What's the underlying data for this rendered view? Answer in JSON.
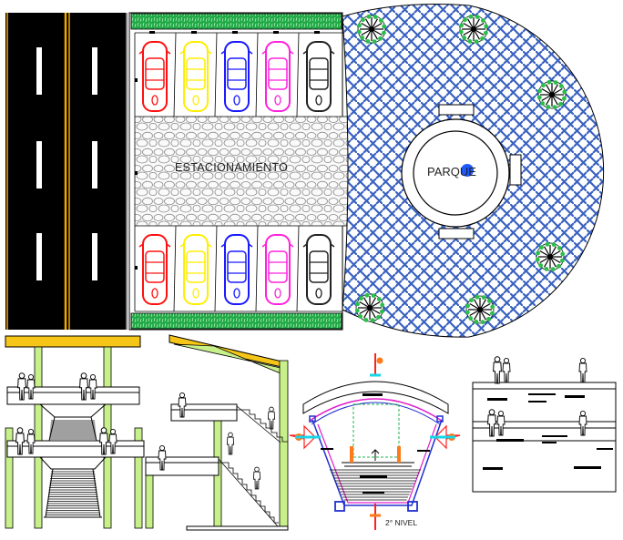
{
  "labels": {
    "parking": "ESTACIONAMIENTO",
    "park": "PARQUE",
    "level": "2° NIVEL"
  },
  "colors": {
    "road": "#000000",
    "road_line": "#ffffff",
    "road_edge": "#f2a900",
    "grass": "#22b14c",
    "pavement": "#4a74c9",
    "tree": "#2bbf4a",
    "beam": "#f5c518",
    "column": "#c8f08a",
    "marker": "#1e5aff",
    "accent_cyan": "#18d5e8",
    "accent_orange": "#ff7a1a",
    "accent_magenta": "#e01ec8",
    "accent_red": "#ff2020",
    "accent_blue": "#2030d0"
  },
  "cars": {
    "top_row": [
      "#ff1010",
      "#ffee00",
      "#1a1aff",
      "#ff22dd",
      "#222222"
    ],
    "bottom_row": [
      "#ff1010",
      "#ffee00",
      "#1a1aff",
      "#ff22dd",
      "#222222"
    ]
  },
  "icons": [
    "tree-icon",
    "car-icon",
    "person-icon",
    "arrow-up-icon"
  ]
}
